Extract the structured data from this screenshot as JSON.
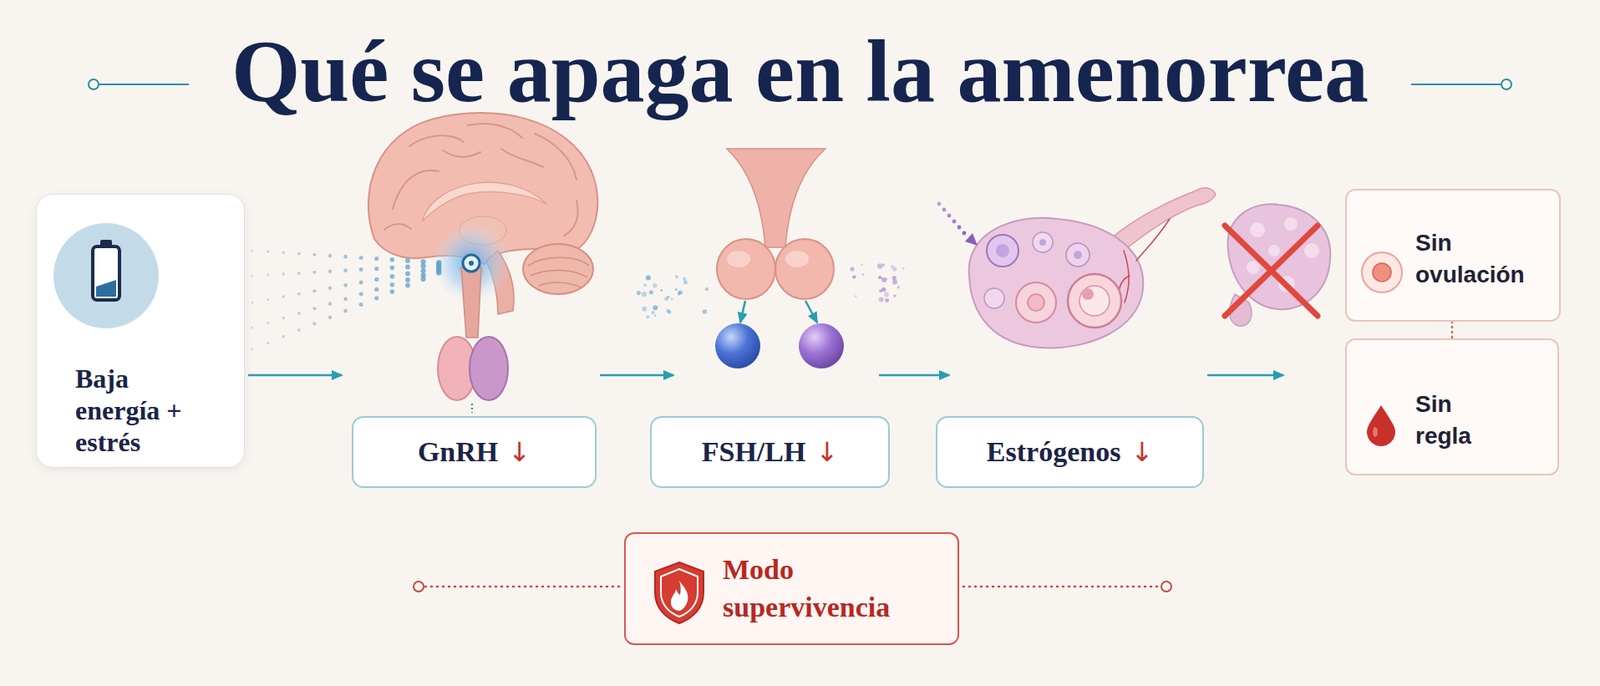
{
  "diagram": {
    "title": "Qué se apaga en la amenorrea",
    "nodes": [
      {
        "text": [
          "Baja energía + estrés"
        ]
      },
      {
        "text": [
          "GnRH",
          "↓"
        ]
      },
      {
        "text": [
          "FSH/LH",
          "↓"
        ]
      },
      {
        "text": [
          "Estrógenos",
          "↓"
        ]
      },
      {
        "text": [
          "Sin ovulación"
        ]
      },
      {
        "text": [
          "Sin regla"
        ]
      },
      {
        "text": [
          "Modo supervivencia"
        ]
      }
    ],
    "edges": [
      {
        "from": 4,
        "to": 5,
        "arrow": "none"
      }
    ]
  }
}
